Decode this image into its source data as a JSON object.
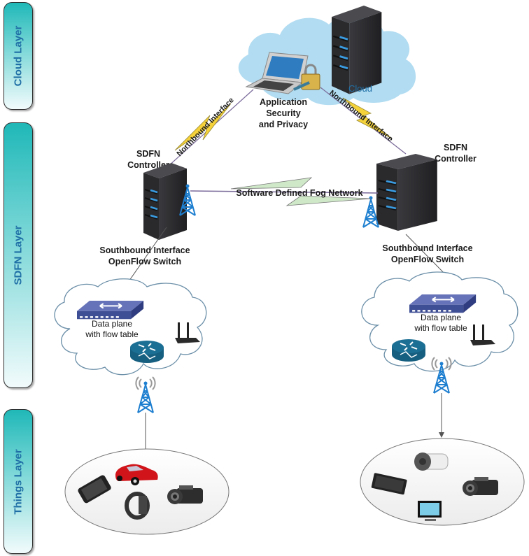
{
  "layers": [
    {
      "label": "Cloud Layer"
    },
    {
      "label": "SDFN  Layer"
    },
    {
      "label": "Things Layer"
    }
  ],
  "cloud": {
    "label": "Cloud",
    "app_label_lines": [
      "Application",
      "Security",
      "and Privacy"
    ]
  },
  "links": {
    "northbound_left": "Northbound Interface",
    "northbound_right": "Northbound Interface",
    "fog_network": "Software Defined Fog Network"
  },
  "controllers": [
    {
      "label_lines": [
        "SDFN",
        "Controller"
      ],
      "southbound_lines": [
        "Southbound Interface",
        "OpenFlow Switch"
      ]
    },
    {
      "label_lines": [
        "SDFN",
        "Controller"
      ],
      "southbound_lines": [
        "Southbound Interface",
        "OpenFlow Switch"
      ]
    }
  ],
  "data_planes": [
    {
      "label_lines": [
        "Data plane",
        "with flow table"
      ],
      "devices": [
        "openflow-switch",
        "router",
        "wifi-router",
        "radio-tower"
      ]
    },
    {
      "label_lines": [
        "Data plane",
        "with flow table"
      ],
      "devices": [
        "openflow-switch",
        "router",
        "wifi-router",
        "radio-tower"
      ]
    }
  ],
  "things": [
    {
      "devices": [
        "smartphone",
        "car",
        "smartwatch",
        "camcorder"
      ]
    },
    {
      "devices": [
        "tablet",
        "security-camera",
        "camcorder",
        "monitor"
      ]
    }
  ],
  "colors": {
    "layer_top": "#20b8b8",
    "layer_text": "#1f6fa6",
    "cloud_fill": "#a9d8f0",
    "bolt_yellow": "#f5d23a",
    "bolt_green": "#cfe8c8",
    "server": "#2f2f33",
    "server_led": "#3a9be0",
    "tower": "#1e7fd0",
    "switch": "#3f4f95",
    "router": "#1c6f94"
  }
}
